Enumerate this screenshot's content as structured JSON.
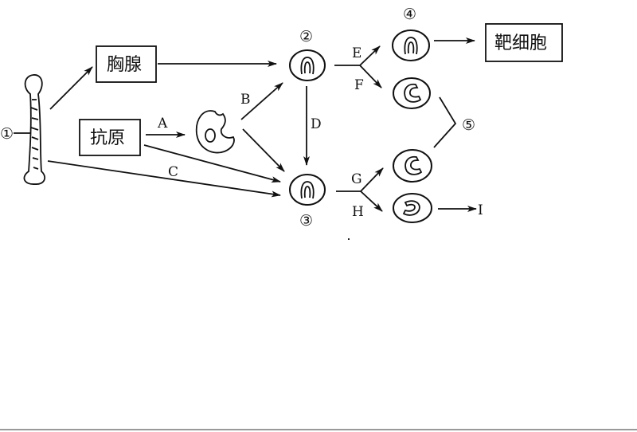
{
  "boxes": {
    "thymus": "胸腺",
    "antigen": "抗原",
    "target_cell": "靶细胞"
  },
  "labels": {
    "A": "A",
    "B": "B",
    "C": "C",
    "D": "D",
    "E": "E",
    "F": "F",
    "G": "G",
    "H": "H",
    "I": "I"
  },
  "numbers": {
    "n1": "①",
    "n2": "②",
    "n3": "③",
    "n4": "④",
    "n5": "⑤"
  }
}
